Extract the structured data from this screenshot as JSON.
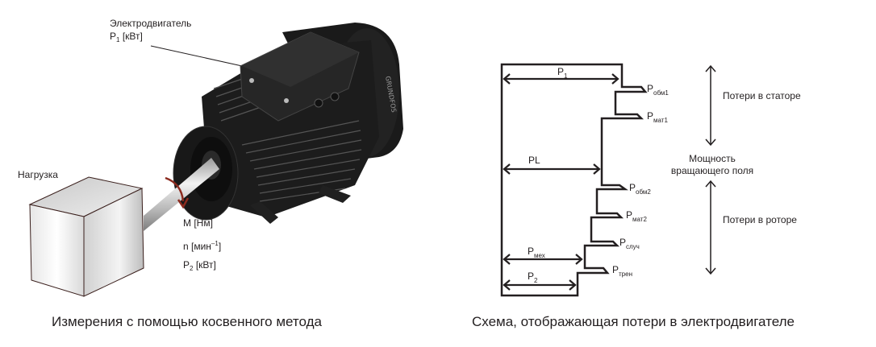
{
  "left_figure": {
    "motor_label": "Электродвигатель",
    "motor_power_symbol": "P",
    "motor_power_sub": "1",
    "motor_power_unit": "[кВт]",
    "load_label": "Нагрузка",
    "torque_label": "M [Нм]",
    "speed_label_main": "n [мин",
    "speed_label_sup": "–1",
    "speed_label_end": "]",
    "output_power_symbol": "P",
    "output_power_sub": "2",
    "output_power_unit": "[кВт]",
    "motor_brand": "GRUNDFOS",
    "caption": "Измерения с помощью косвенного метода"
  },
  "right_figure": {
    "arrows": [
      {
        "symbol": "P",
        "sub": "1"
      },
      {
        "symbol": "PL",
        "sub": ""
      },
      {
        "symbol": "P",
        "sub": "мех"
      },
      {
        "symbol": "P",
        "sub": "2"
      }
    ],
    "losses": [
      {
        "symbol": "P",
        "sub": "обм1"
      },
      {
        "symbol": "P",
        "sub": "мат1"
      },
      {
        "symbol": "P",
        "sub": "обм2"
      },
      {
        "symbol": "P",
        "sub": "мат2"
      },
      {
        "symbol": "P",
        "sub": "случ"
      },
      {
        "symbol": "P",
        "sub": "трен"
      }
    ],
    "stator_losses_label": "Потери в статоре",
    "field_power_label_line1": "Мощность",
    "field_power_label_line2": "вращающего поля",
    "rotor_losses_label": "Потери в роторе",
    "caption": "Схема, отображающая потери в электродвигателе"
  },
  "colors": {
    "line": "#231f20",
    "motor_body": "#1c1c1c",
    "rotation_arrow": "#8b2a1e",
    "text": "#231f20"
  }
}
